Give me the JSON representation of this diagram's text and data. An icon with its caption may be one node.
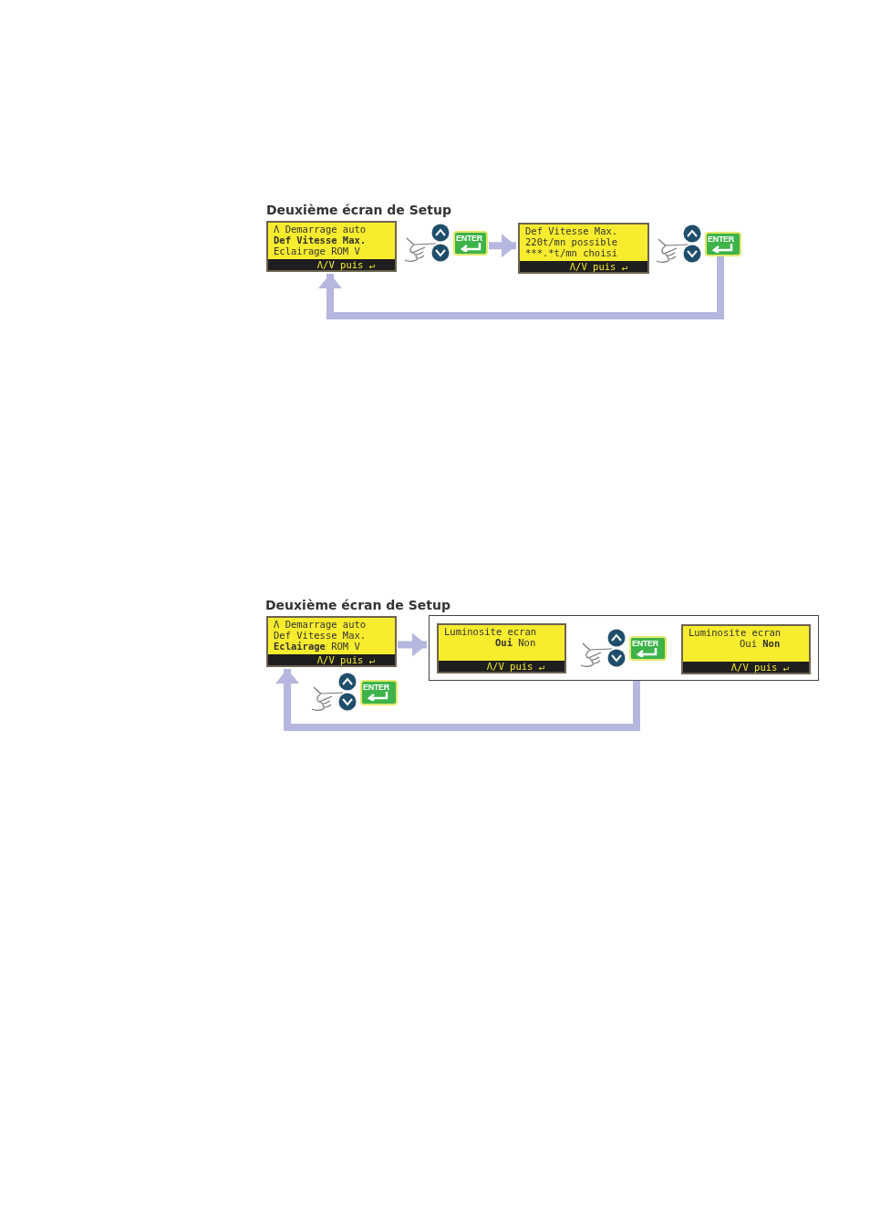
{
  "diagram": {
    "nodes": [
      {
        "text": [
          "Λ Demarrage auto",
          "Def Vitesse Max.",
          "Eclairage ROM V",
          "Λ/V puis ↵"
        ]
      },
      {
        "text": [
          "ENTER"
        ]
      },
      {
        "text": [
          "Def Vitesse Max.",
          "220t/mn possible",
          "***.*t/mn choisi",
          "Λ/V puis ↵"
        ]
      },
      {
        "text": [
          "ENTER"
        ]
      },
      {
        "text": [
          "Λ Demarrage auto",
          "Def Vitesse Max.",
          "**Eclairage** ROM V",
          "Λ/V puis ↵"
        ]
      },
      {
        "text": [],
        "shape": "box"
      },
      {
        "text": [
          "Luminosite ecran",
          "**Oui** Non",
          "Λ/V puis ↵"
        ],
        "in": 5
      },
      {
        "text": [
          "ENTER"
        ],
        "in": 5
      },
      {
        "text": [
          "Luminosite ecran",
          "Oui **Non**",
          "Λ/V puis ↵"
        ],
        "in": 5
      },
      {
        "text": [
          "ENTER"
        ]
      }
    ],
    "edges": [
      {
        "from": 1,
        "to": 2,
        "arrow": "to"
      },
      {
        "from": 3,
        "to": 0,
        "arrow": "to"
      },
      {
        "from": 4,
        "to": 5,
        "arrow": "to"
      },
      {
        "from": 5,
        "to": 4,
        "arrow": "to"
      }
    ],
    "labels": [
      "Deuxième écran de Setup",
      "Deuxième écran de Setup"
    ]
  }
}
